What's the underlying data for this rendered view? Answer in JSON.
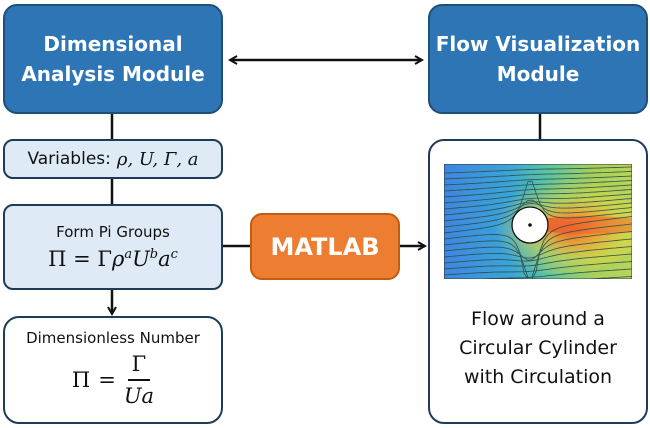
{
  "modules": {
    "dimensional_analysis": {
      "line1": "Dimensional",
      "line2": "Analysis Module"
    },
    "flow_visualization": {
      "line1": "Flow Visualization",
      "line2": "Module"
    }
  },
  "variables_box": {
    "label": "Variables:",
    "symbols": "ρ, U, Γ, a"
  },
  "pi_groups_box": {
    "title": "Form Pi Groups",
    "lhs": "Π",
    "eq": "=",
    "gamma": "Γ",
    "rho": "ρ",
    "exp_a": "a",
    "U": "U",
    "exp_b": "b",
    "a": "a",
    "exp_c": "c"
  },
  "dimensionless_box": {
    "title": "Dimensionless Number",
    "lhs": "Π",
    "eq": "=",
    "numerator": "Γ",
    "denominator": "Ua"
  },
  "matlab_box": {
    "label": "MATLAB",
    "color": "#ed7d31"
  },
  "flow_box": {
    "caption_line1": "Flow around a",
    "caption_line2": "Circular Cylinder",
    "caption_line3": "with Circulation",
    "plot": {
      "description": "streamlines around cylinder with circulation, colormap blue to red"
    }
  },
  "colors": {
    "module_blue": "#2e75b6",
    "light_blue": "#deebf7",
    "orange": "#ed7d31"
  }
}
